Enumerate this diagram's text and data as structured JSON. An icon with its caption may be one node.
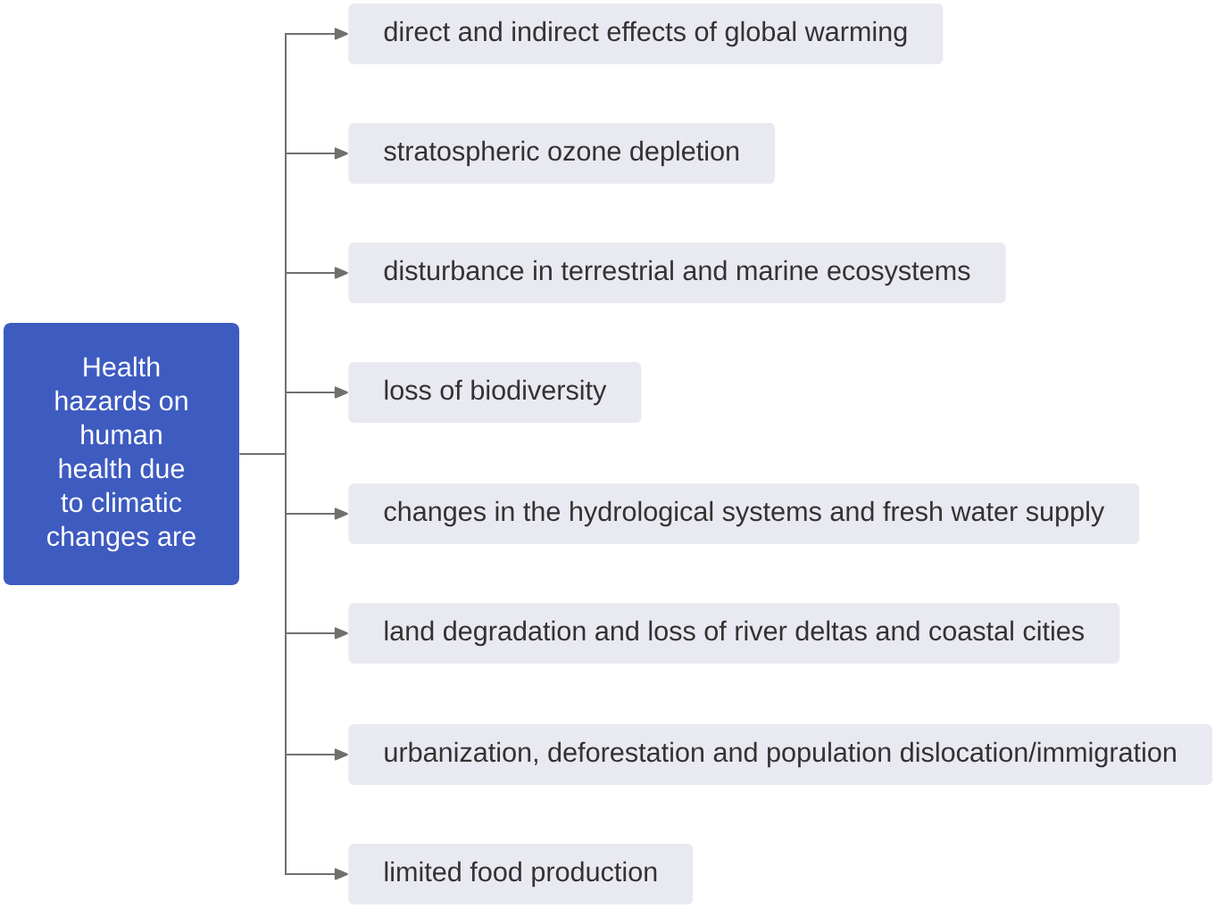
{
  "diagram": {
    "nodes": [
      {
        "text": [
          "Health hazards on human health due to climatic changes are"
        ]
      },
      {
        "text": [
          "direct and indirect effects of global warming"
        ]
      },
      {
        "text": [
          "stratospheric ozone depletion"
        ]
      },
      {
        "text": [
          "disturbance in terrestrial and marine ecosystems"
        ]
      },
      {
        "text": [
          "loss of biodiversity"
        ]
      },
      {
        "text": [
          "changes in the hydrological systems and fresh water supply"
        ]
      },
      {
        "text": [
          "land degradation and loss of river deltas and coastal cities"
        ]
      },
      {
        "text": [
          "urbanization, deforestation and population dislocation/immigration"
        ]
      },
      {
        "text": [
          "limited food production"
        ]
      }
    ],
    "edges": [
      {
        "from": 0,
        "to": 1,
        "arrow": "to"
      },
      {
        "from": 0,
        "to": 2,
        "arrow": "to"
      },
      {
        "from": 0,
        "to": 3,
        "arrow": "to"
      },
      {
        "from": 0,
        "to": 4,
        "arrow": "to"
      },
      {
        "from": 0,
        "to": 5,
        "arrow": "to"
      },
      {
        "from": 0,
        "to": 6,
        "arrow": "to"
      },
      {
        "from": 0,
        "to": 7,
        "arrow": "to"
      },
      {
        "from": 0,
        "to": 8,
        "arrow": "to"
      }
    ]
  }
}
